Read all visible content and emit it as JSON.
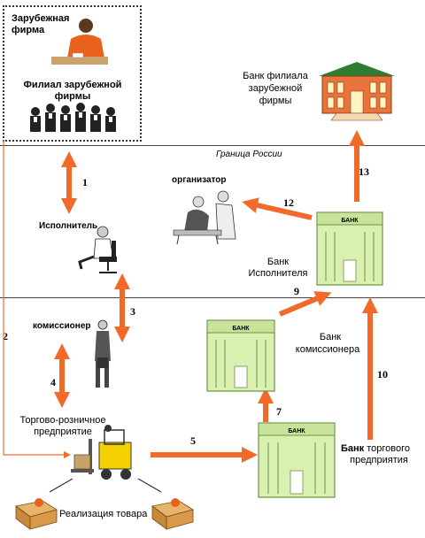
{
  "foreign": {
    "firm_label_line1": "Зарубежная",
    "firm_label_line2": "фирма",
    "branch_label_line1": "Филиал зарубежной",
    "branch_label_line2": "фирмы"
  },
  "border_label": "Граница России",
  "bank_branch": {
    "line1": "Банк филиала",
    "line2": "зарубежной",
    "line3": "фирмы"
  },
  "organizer_label": "организатор",
  "executor_label": "Исполнитель",
  "bank_executor": {
    "line1": "Банк",
    "line2": "Исполнителя"
  },
  "commissioner_label": "комиссионер",
  "bank_commissioner": {
    "line1": "Банк",
    "line2": "комиссионера"
  },
  "retail": {
    "line1": "Торгово-розничное",
    "line2": "предприятие"
  },
  "bank_retail": {
    "line1": "Банк",
    "line1_rest": "торгового",
    "line2": "предприятия"
  },
  "sale_label": "Реализация товара",
  "bank_sign": "БАНК",
  "arrows": {
    "a1": "1",
    "a2": "2",
    "a3": "3",
    "a4": "4",
    "a5": "5",
    "a7": "7",
    "a9": "9",
    "a10": "10",
    "a12": "12",
    "a13": "13"
  },
  "colors": {
    "arrow": "#f26a2a",
    "bank_fill": "#d9f0b0",
    "bank_outline": "#6f8f4a",
    "roof": "#a0522d"
  }
}
